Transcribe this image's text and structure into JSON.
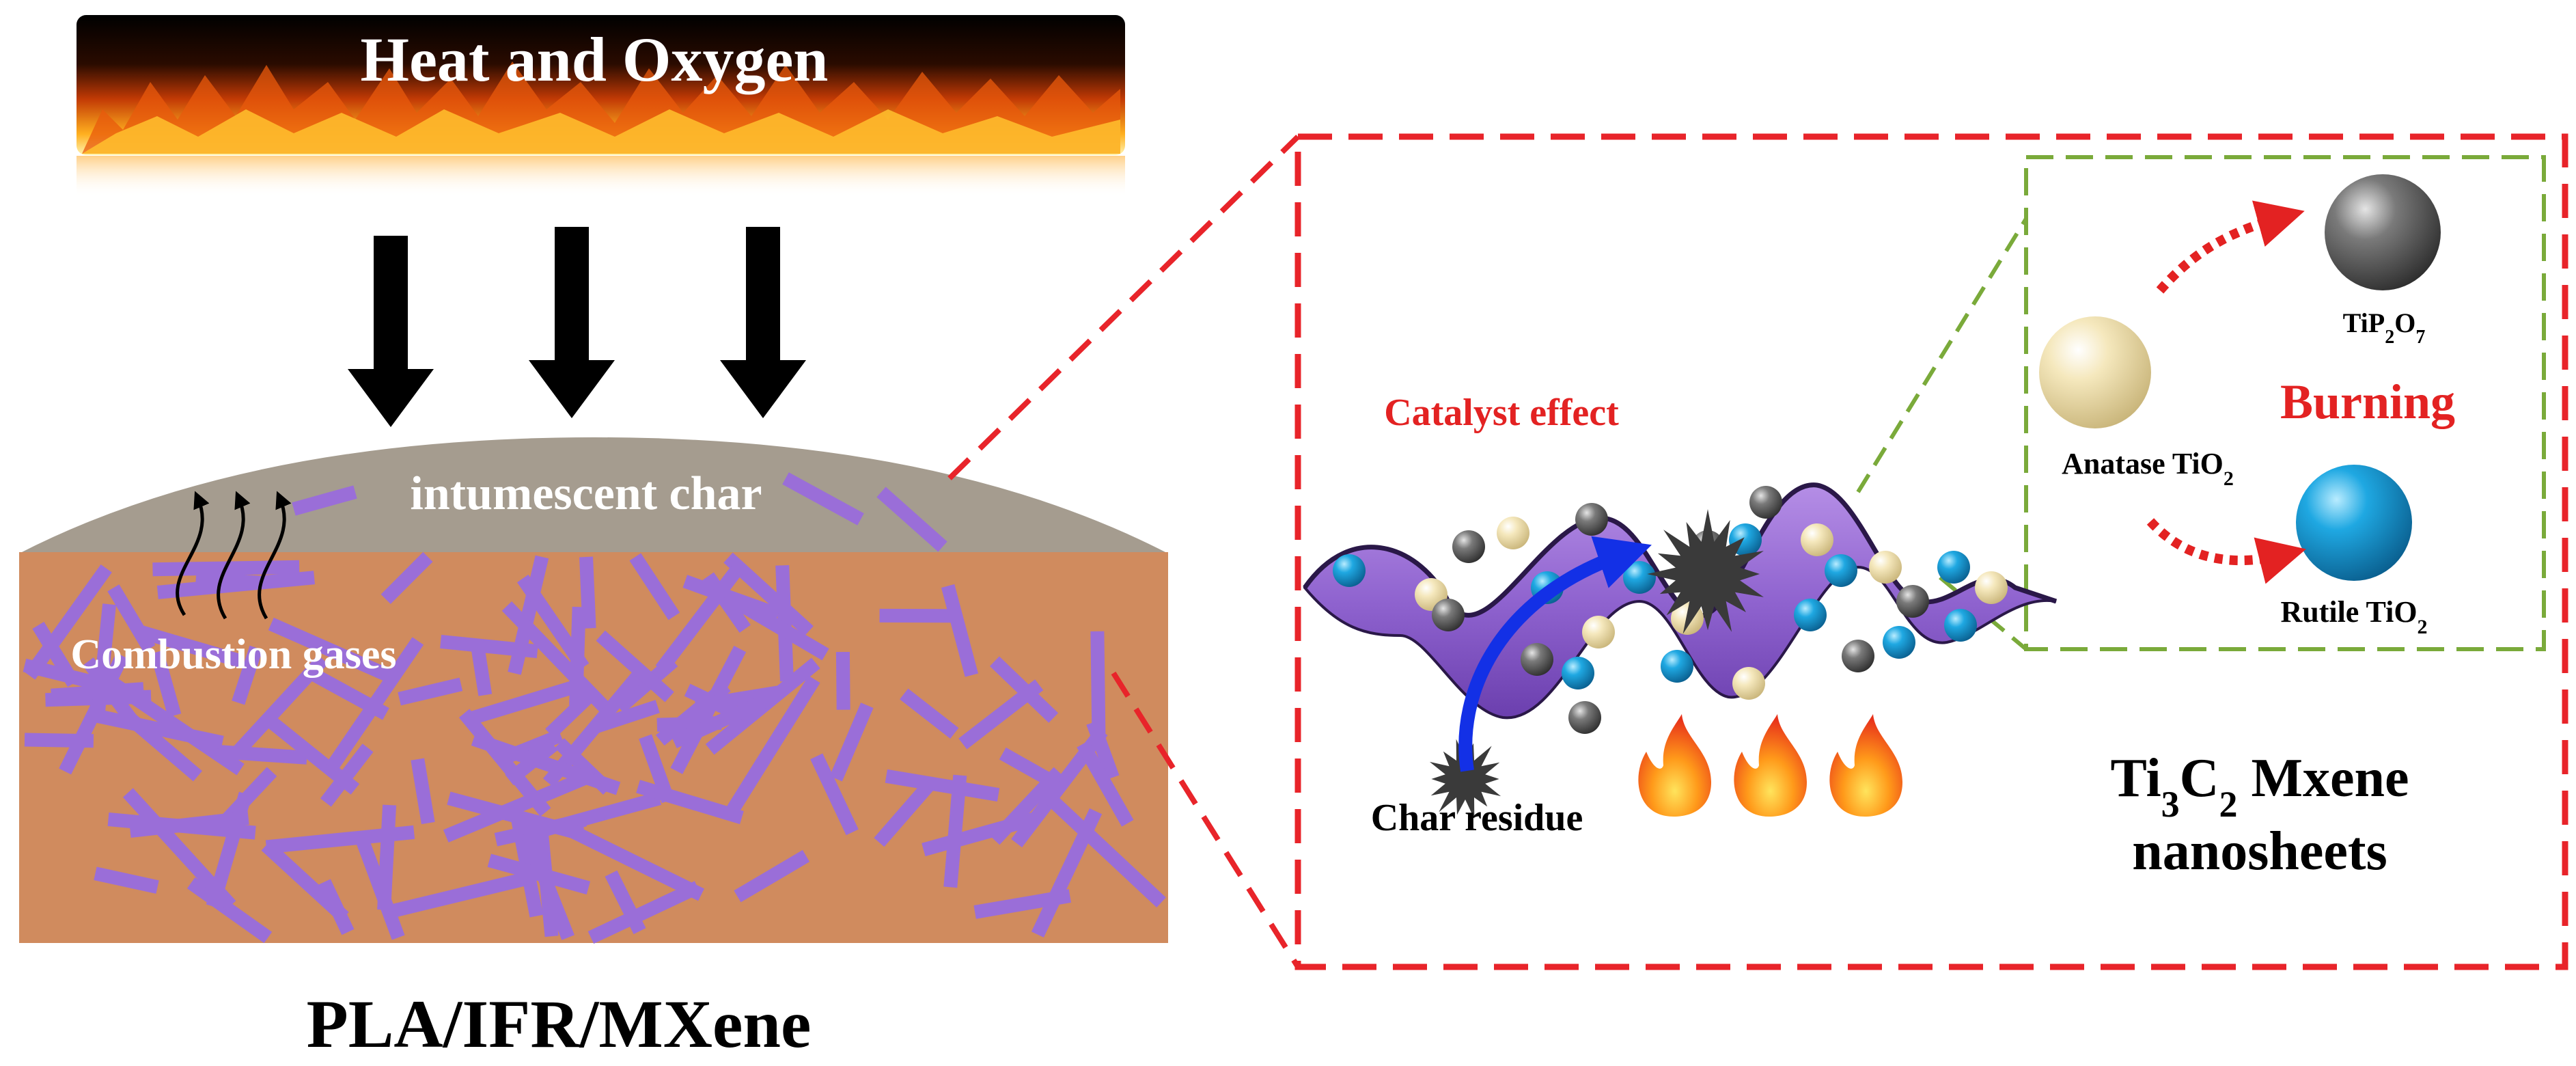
{
  "flame_banner": {
    "title": "Heat and Oxygen"
  },
  "sample": {
    "char_layer_label": "intumescent char",
    "gases_label": "Combustion gases",
    "name": "PLA/IFR/MXene"
  },
  "mechanism": {
    "catalyst_label": "Catalyst effect",
    "char_residue_label": "Char residue",
    "sheet_label": {
      "line1_prefix": "Ti",
      "sub1": "3",
      "mid": "C",
      "sub2": "2",
      "suffix": " Mxene",
      "line2": "nanosheets"
    },
    "burning_label": "Burning",
    "anatase": {
      "prefix": "Anatase TiO",
      "sub": "2"
    },
    "rutile": {
      "prefix": "Rutile TiO",
      "sub": "2"
    },
    "tip2o7": {
      "p1": "TiP",
      "s1": "2",
      "p2": "O",
      "s2": "7"
    }
  },
  "colors": {
    "flame_orange": "#f48a12",
    "char_gray": "#a59c8f",
    "polymer_tan": "#d08b5e",
    "mxene_purple": "#9a6ed8",
    "dashed_red": "#e8242a",
    "dashed_green": "#7aaa3a",
    "label_red": "#e32222",
    "anatase": "#efdfa8",
    "rutile": "#1da6e0",
    "tip2o7": "#6e6e6e",
    "arrow_blue": "#1330e6"
  }
}
